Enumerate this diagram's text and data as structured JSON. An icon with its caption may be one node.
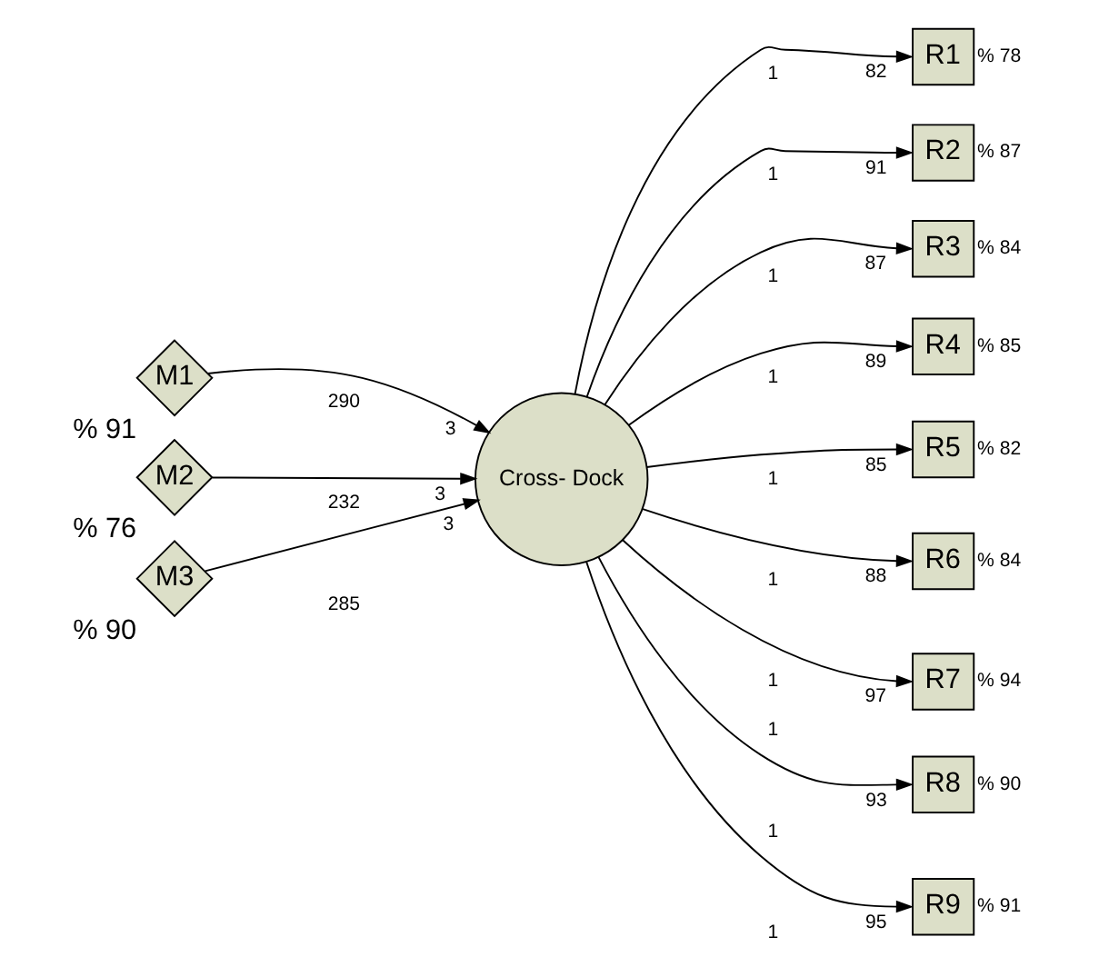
{
  "diagram": {
    "nodes": [
      {
        "text": [
          "M1"
        ],
        "beside": [
          "% 91"
        ]
      },
      {
        "text": [
          "M2"
        ],
        "beside": [
          "% 76"
        ]
      },
      {
        "text": [
          "M3"
        ],
        "beside": [
          "% 90"
        ]
      },
      {
        "text": [
          "Cross- Dock"
        ]
      },
      {
        "text": [
          "R1"
        ],
        "beside": [
          "% 78"
        ]
      },
      {
        "text": [
          "R2"
        ],
        "beside": [
          "% 87"
        ]
      },
      {
        "text": [
          "R3"
        ],
        "beside": [
          "% 84"
        ]
      },
      {
        "text": [
          "R4"
        ],
        "beside": [
          "% 85"
        ]
      },
      {
        "text": [
          "R5"
        ],
        "beside": [
          "% 82"
        ]
      },
      {
        "text": [
          "R6"
        ],
        "beside": [
          "% 84"
        ]
      },
      {
        "text": [
          "R7"
        ],
        "beside": [
          "% 94"
        ]
      },
      {
        "text": [
          "R8"
        ],
        "beside": [
          "% 90"
        ]
      },
      {
        "text": [
          "R9"
        ],
        "beside": [
          "% 91"
        ]
      }
    ],
    "edges": [
      {
        "from": 0,
        "to": 3,
        "arrow": "to",
        "label": "3"
      },
      {
        "from": 1,
        "to": 3,
        "arrow": "to",
        "label": "3"
      },
      {
        "from": 2,
        "to": 3,
        "arrow": "to",
        "label": "3"
      },
      {
        "from": 3,
        "to": 4,
        "arrow": "to",
        "label": "82"
      },
      {
        "from": 3,
        "to": 5,
        "arrow": "to",
        "label": "91"
      },
      {
        "from": 3,
        "to": 6,
        "arrow": "to",
        "label": "87"
      },
      {
        "from": 3,
        "to": 7,
        "arrow": "to",
        "label": "89"
      },
      {
        "from": 3,
        "to": 8,
        "arrow": "to",
        "label": "85"
      },
      {
        "from": 3,
        "to": 9,
        "arrow": "to",
        "label": "88"
      },
      {
        "from": 3,
        "to": 10,
        "arrow": "to",
        "label": "97"
      },
      {
        "from": 3,
        "to": 11,
        "arrow": "to",
        "label": "93"
      },
      {
        "from": 3,
        "to": 12,
        "arrow": "to",
        "label": "95"
      }
    ],
    "labels": [
      "290",
      "232",
      "285",
      "1",
      "1",
      "1",
      "1",
      "1",
      "1",
      "1",
      "1",
      "1",
      "1"
    ]
  }
}
